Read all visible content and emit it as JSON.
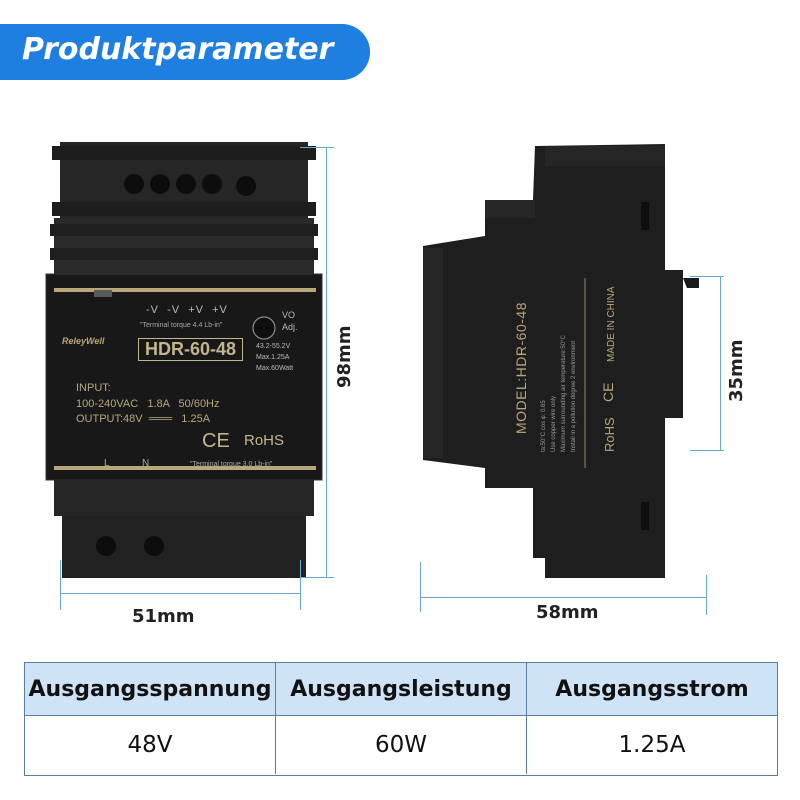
{
  "banner": {
    "title": "Produktparameter"
  },
  "front": {
    "brand": "ReleyWell",
    "model": "HDR-60-48",
    "terminals_top": "-V  -V  +V  +V",
    "vo_label": "VO",
    "adj_label": "Adj.",
    "torque_top": "\"Terminal torque 4.4 Lb-in\"",
    "spec_voltage": "43.2-55.2V",
    "spec_current": "Max.1.25A",
    "spec_power": "Max.60Watt",
    "input_label": "INPUT:",
    "input_value": "100-240VAC   1.8A   50/60Hz",
    "output_value": "OUTPUT:48V  ═══   1.25A",
    "ce": "CE",
    "rohs": "RoHS",
    "terminal_l": "L",
    "terminal_n": "N",
    "torque_bottom": "\"Terminal torque 3.0 Lb-in\""
  },
  "side": {
    "model": "MODEL:HDR-60-48",
    "fine_print_1": "ta:50°C   cos φ: 0.65",
    "fine_print_2": "Use copper wire only",
    "fine_print_3": "Maximum surrounding air temperature:50°C",
    "fine_print_4": "Install in a pollution degree 2 environment",
    "made_in": "MADE IN CHINA",
    "rohs": "RoHS",
    "ce": "CE"
  },
  "dimensions": {
    "front_height": "98mm",
    "front_width": "51mm",
    "side_depth": "58mm",
    "side_height": "35mm"
  },
  "table": {
    "headers": [
      "Ausgangsspannung",
      "Ausgangsleistung",
      "Ausgangsstrom"
    ],
    "values": [
      "48V",
      "60W",
      "1.25A"
    ]
  },
  "colors": {
    "banner": "#1e7fe0",
    "device": "#1c1c1c",
    "label_gold": "#b8a77a",
    "table_header": "#cfe3f6",
    "dimension_line": "#6aa6d0"
  }
}
